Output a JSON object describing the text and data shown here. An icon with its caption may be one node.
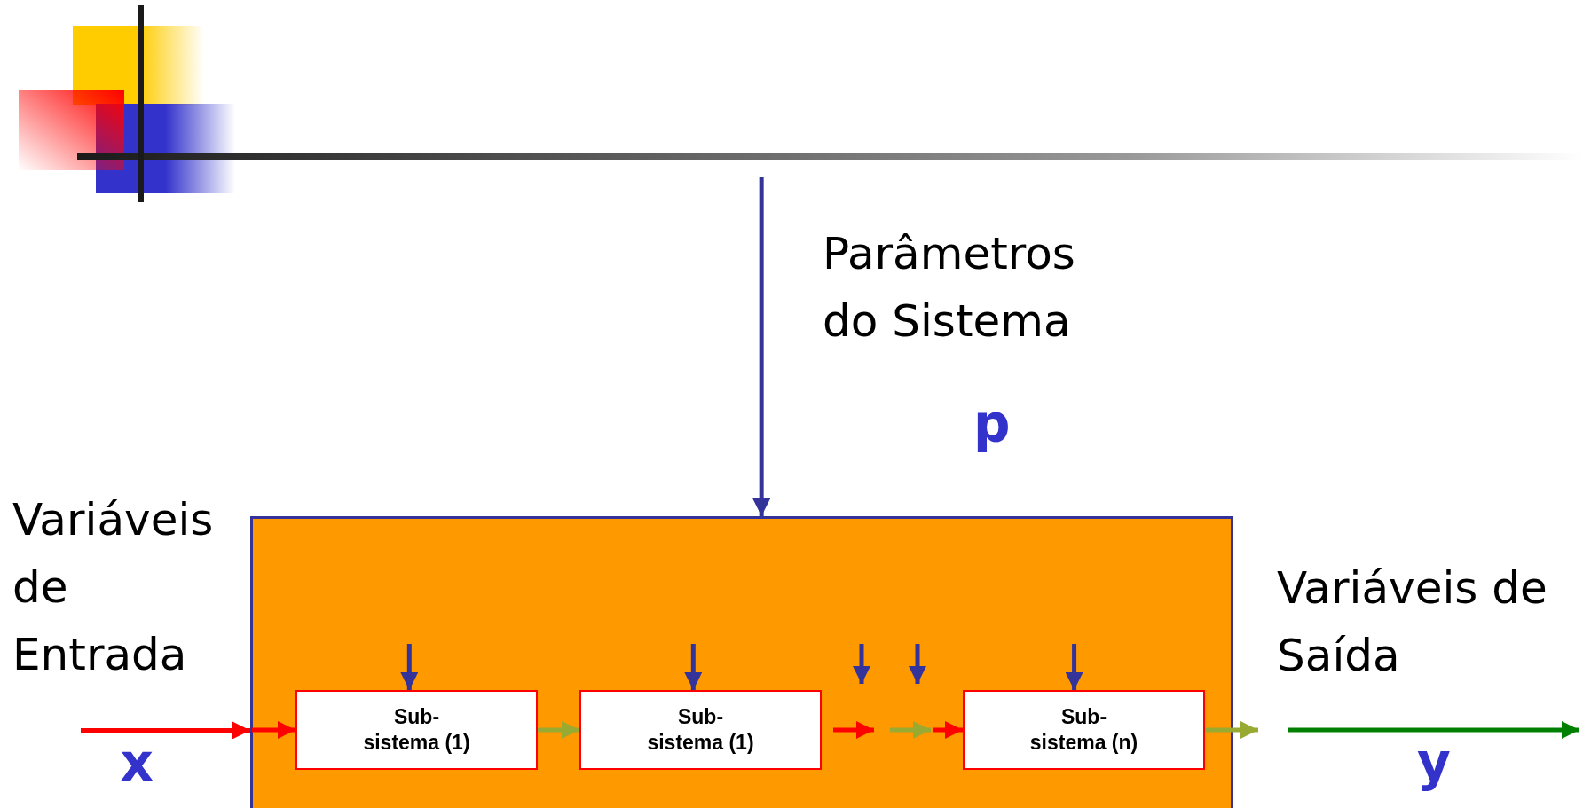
{
  "diagram": {
    "nodes": [
      {
        "text": [],
        "shape": "box"
      },
      {
        "text": [
          "Sub- sistema (1)"
        ],
        "in": 0
      },
      {
        "text": [
          "Sub- sistema (1)"
        ],
        "in": 0
      },
      {
        "text": [
          "Sub- sistema (n)"
        ],
        "in": 0
      }
    ],
    "edges": [
      {
        "from": null,
        "to": 0,
        "arrow": "to"
      },
      {
        "from": null,
        "to": 0,
        "arrow": "to",
        "label": "x",
        "color": "#ff0000"
      },
      {
        "from": null,
        "to": 1,
        "arrow": "to",
        "color": "#ff0000"
      },
      {
        "from": 1,
        "to": 2,
        "arrow": "to",
        "color": "#99aa33"
      },
      {
        "from": null,
        "to": 3,
        "arrow": "to",
        "color": "#ff0000"
      },
      {
        "from": 3,
        "to": null,
        "arrow": "to",
        "color": "#99aa33"
      },
      {
        "from": null,
        "to": 1,
        "arrow": "to"
      },
      {
        "from": null,
        "to": 2,
        "arrow": "to"
      },
      {
        "from": null,
        "to": 3,
        "arrow": "to"
      }
    ],
    "labels": [
      "Parâmetros do Sistema",
      "p",
      "Variáveis de Entrada",
      "Variáveis de Saída",
      "y"
    ]
  }
}
